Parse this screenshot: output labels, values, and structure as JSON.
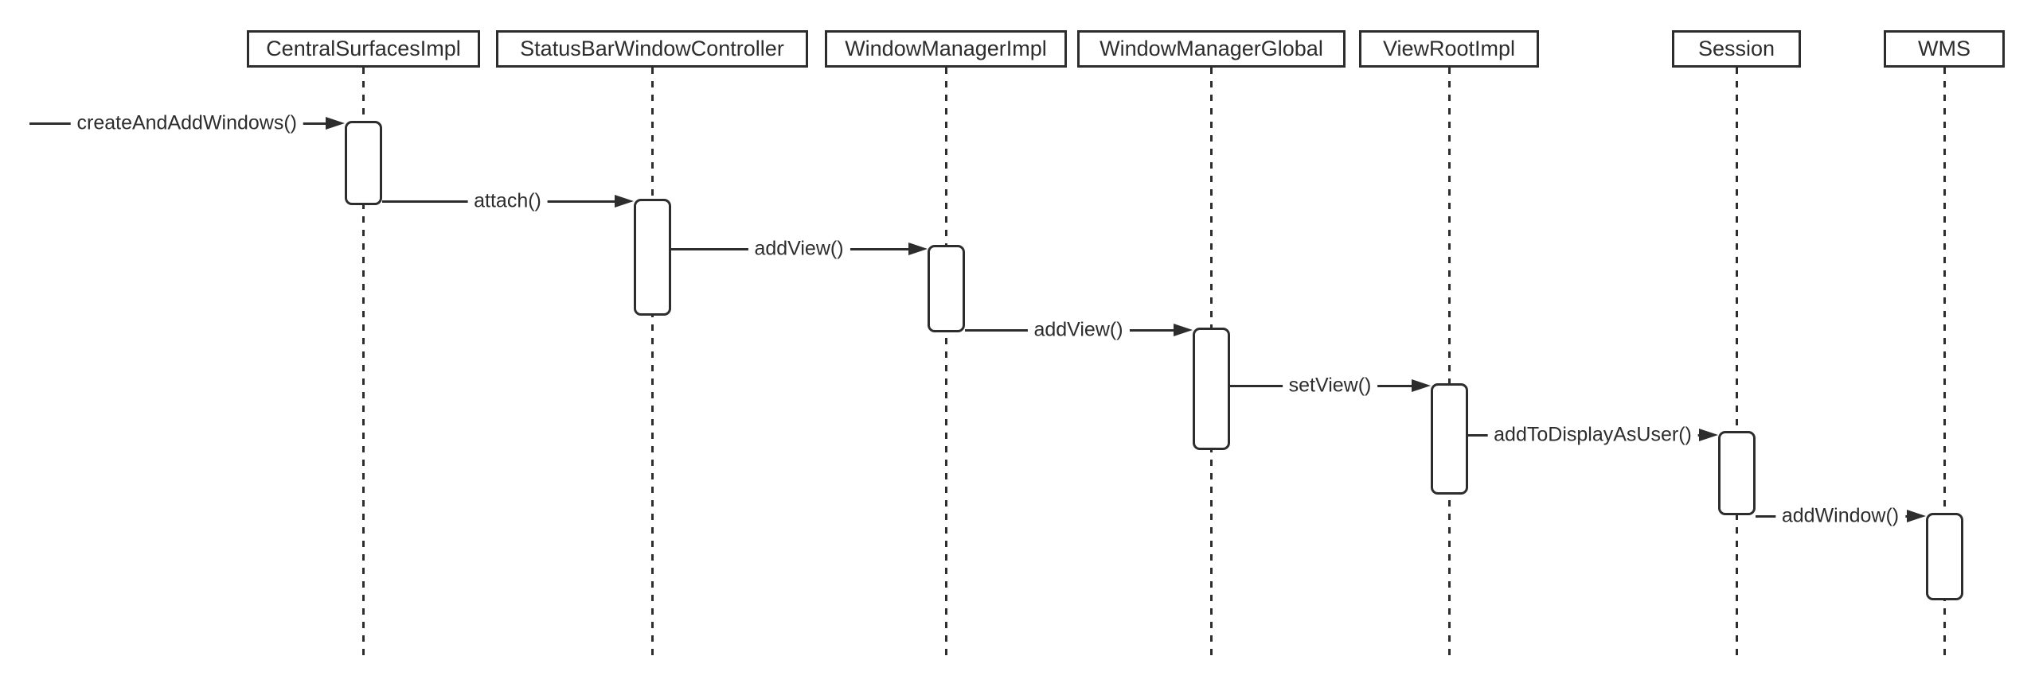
{
  "diagram": {
    "type": "uml-sequence",
    "colors": {
      "stroke": "#2d2d2d",
      "text": "#2d2d2d",
      "background": "#ffffff"
    },
    "participants": [
      {
        "label": "CentralSurfacesImpl"
      },
      {
        "label": "StatusBarWindowController"
      },
      {
        "label": "WindowManagerImpl"
      },
      {
        "label": "WindowManagerGlobal"
      },
      {
        "label": "ViewRootImpl"
      },
      {
        "label": "Session"
      },
      {
        "label": "WMS"
      }
    ],
    "messages": [
      {
        "label": "createAndAddWindows()",
        "from": "external",
        "to": "CentralSurfacesImpl"
      },
      {
        "label": "attach()",
        "from": "CentralSurfacesImpl",
        "to": "StatusBarWindowController"
      },
      {
        "label": "addView()",
        "from": "StatusBarWindowController",
        "to": "WindowManagerImpl"
      },
      {
        "label": "addView()",
        "from": "WindowManagerImpl",
        "to": "WindowManagerGlobal"
      },
      {
        "label": "setView()",
        "from": "WindowManagerGlobal",
        "to": "ViewRootImpl"
      },
      {
        "label": "addToDisplayAsUser()",
        "from": "ViewRootImpl",
        "to": "Session"
      },
      {
        "label": "addWindow()",
        "from": "Session",
        "to": "WMS"
      }
    ]
  }
}
